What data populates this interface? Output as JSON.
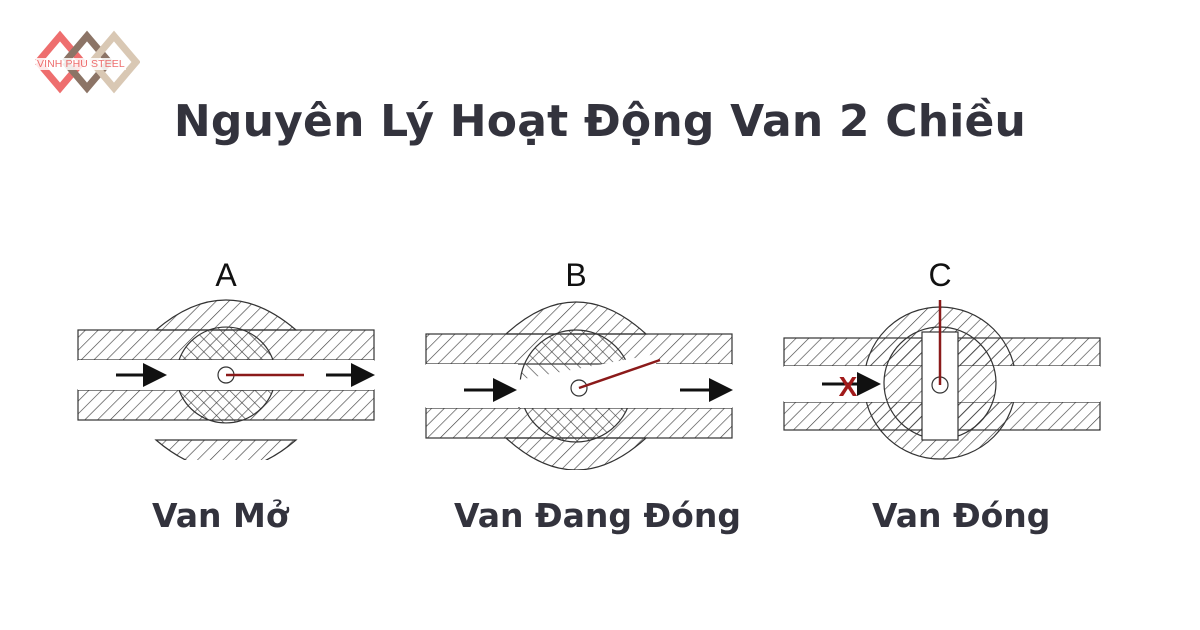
{
  "logo": {
    "text": "VINH PHU STEEL",
    "colors": [
      "#ee6e6e",
      "#8c7466",
      "#d9c8b4"
    ]
  },
  "title": "Nguyên Lý Hoạt Động Van 2 Chiều",
  "panels": [
    {
      "letter": "A",
      "caption": "Van Mở",
      "state": "open"
    },
    {
      "letter": "B",
      "caption": "Van Đang Đóng",
      "state": "closing"
    },
    {
      "letter": "C",
      "caption": "Van Đóng",
      "state": "closed",
      "blocked_marker": "X"
    }
  ],
  "colors": {
    "title": "#33333d",
    "disc": "#8b1a1a",
    "hatch": "#444444"
  }
}
